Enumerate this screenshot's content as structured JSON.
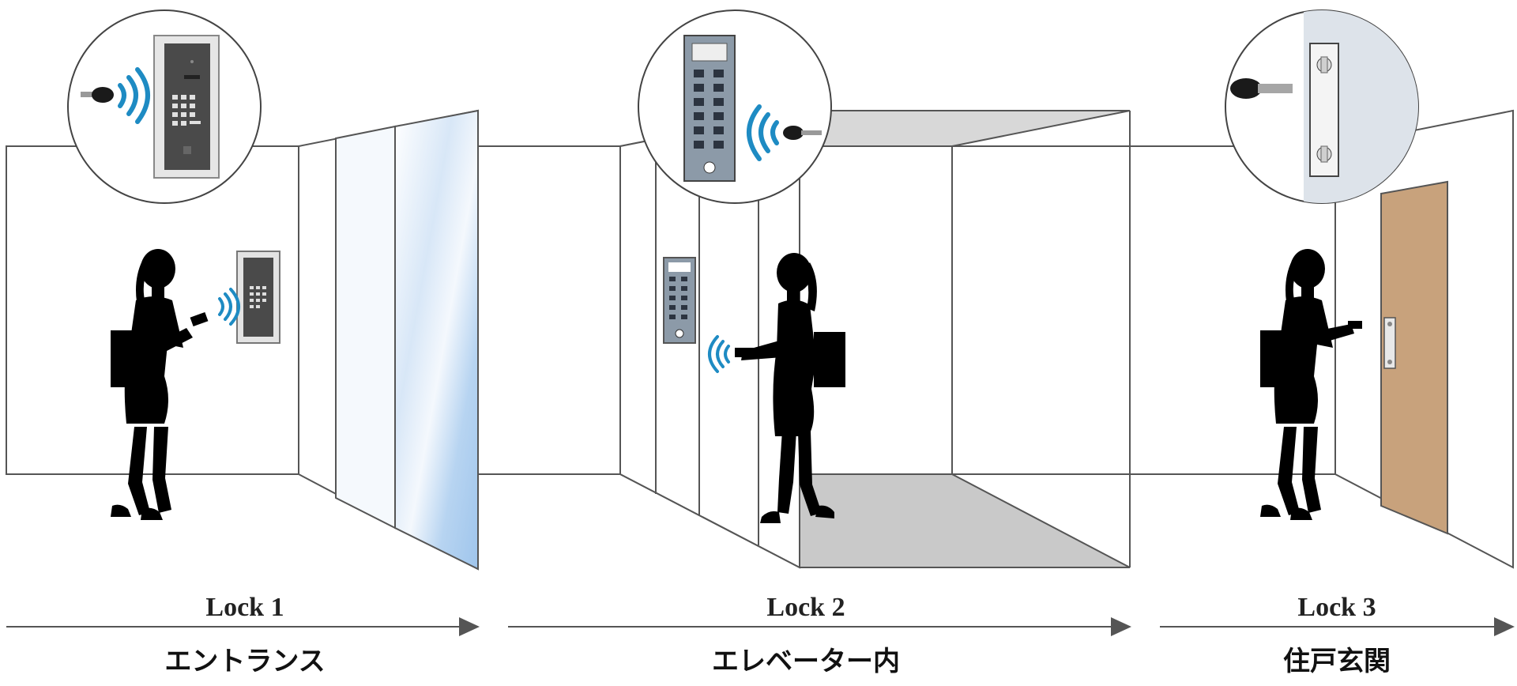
{
  "colors": {
    "line": "#555555",
    "silhouette": "#000000",
    "signal": "#1e8bc3",
    "glass_light": "#e9f2fb",
    "glass_blue": "#a9cdef",
    "elevator_gray": "#c9c9c9",
    "door": "#c8a27c",
    "panel_gray": "#5a5a5a"
  },
  "stages": [
    {
      "lock": "Lock 1",
      "place": "エントランス",
      "icon": "intercom-panel-icon"
    },
    {
      "lock": "Lock 2",
      "place": "エレベーター内",
      "icon": "elevator-keypad-icon"
    },
    {
      "lock": "Lock 3",
      "place": "住戸玄関",
      "icon": "door-lock-icon"
    }
  ]
}
